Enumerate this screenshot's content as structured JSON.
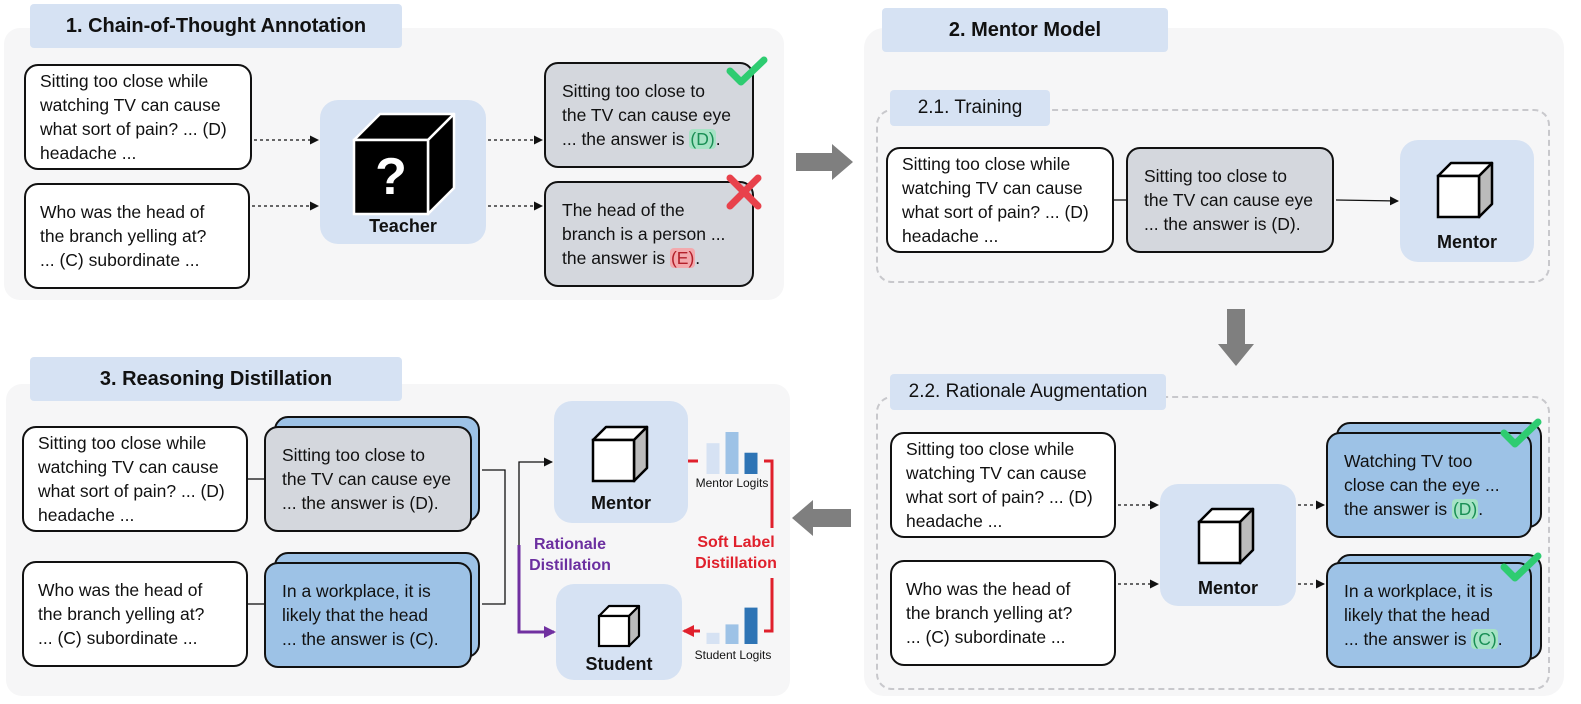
{
  "sections": {
    "cot": {
      "title": "1. Chain-of-Thought Annotation"
    },
    "mentor_model": {
      "title": "2. Mentor Model"
    },
    "training": {
      "title": "2.1. Training"
    },
    "augmentation": {
      "title": "2.2. Rationale Augmentation"
    },
    "distillation": {
      "title": "3. Reasoning Distillation"
    }
  },
  "questions": {
    "tv": [
      "Sitting too close while",
      "watching TV can cause",
      "what sort of pain? ... (D)",
      "headache ..."
    ],
    "branch": [
      "Who was the head of",
      "the branch yelling at?",
      "... (C) subordinate ..."
    ]
  },
  "cot": {
    "correct_rationale": {
      "line1": "Sitting too close to",
      "line2": "the TV can cause eye",
      "line3_prefix": "... the answer is ",
      "answer": "(D)",
      "line3_suffix": "."
    },
    "wrong_rationale": {
      "line1": "The head of the",
      "line2": "branch is a person ...",
      "line3_prefix": "the answer is ",
      "answer": "(E)",
      "line3_suffix": "."
    },
    "teacher_label": "Teacher",
    "teacher_symbol": "?"
  },
  "training": {
    "rationale": [
      "Sitting too close to",
      "the TV can cause eye",
      "... the answer is (D)."
    ],
    "mentor_label": "Mentor"
  },
  "augmentation": {
    "rationale1": {
      "line1": "Watching TV too",
      "line2": "close can the eye ...",
      "line3_prefix": "the answer is ",
      "answer": "(D)",
      "line3_suffix": "."
    },
    "rationale2": {
      "line1": "In a workplace, it is",
      "line2": "likely that the head",
      "line3_prefix": "... the answer is ",
      "answer": "(C)",
      "line3_suffix": "."
    },
    "mentor_label": "Mentor"
  },
  "distillation": {
    "rationale1": [
      "Sitting too close to",
      "the TV can cause eye",
      "... the answer is (D)."
    ],
    "rationale2": [
      "In a workplace, it is",
      "likely that the head",
      "... the answer is (C)."
    ],
    "mentor_label": "Mentor",
    "student_label": "Student",
    "mentor_logits": "Mentor Logits",
    "student_logits": "Student Logits",
    "rationale_distillation": [
      "Rationale",
      "Distillation"
    ],
    "soft_label_distillation": [
      "Soft Label",
      "Distillation"
    ]
  },
  "chart_data": [
    {
      "type": "bar",
      "title": "Mentor Logits",
      "values": [
        0.55,
        0.75,
        0.38
      ],
      "colors": [
        "#d6e2f3",
        "#9dc2e6",
        "#2e74b5"
      ]
    },
    {
      "type": "bar",
      "title": "Student Logits",
      "values": [
        0.2,
        0.35,
        0.65
      ],
      "colors": [
        "#d6e2f3",
        "#9dc2e6",
        "#2e74b5"
      ]
    }
  ],
  "colors": {
    "accent_tab": "#d6e2f3",
    "rationale_gray": "#d4d7dd",
    "rationale_blue": "#9dc2e6",
    "correct_green": "#2ecc71",
    "wrong_red": "#e8414b",
    "purple_arrow": "#7030a0",
    "red_arrow": "#e0202c"
  },
  "icons": [
    "check-icon",
    "cross-icon",
    "cube-icon",
    "question-cube-icon",
    "arrow-right-icon",
    "arrow-down-icon",
    "arrow-left-icon"
  ]
}
